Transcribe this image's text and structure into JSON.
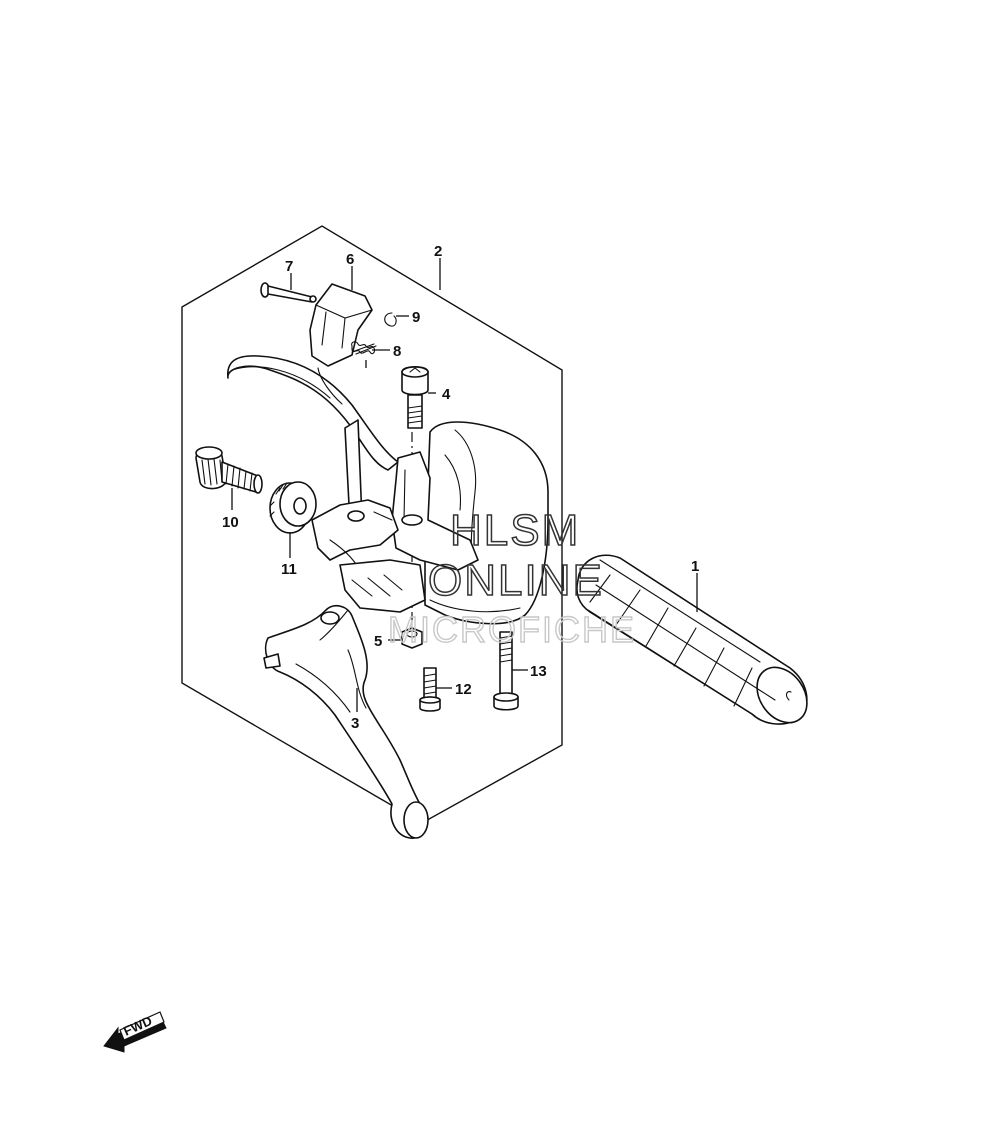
{
  "diagram": {
    "parts": [
      {
        "id": "1",
        "label": "1"
      },
      {
        "id": "2",
        "label": "2"
      },
      {
        "id": "3",
        "label": "3"
      },
      {
        "id": "4",
        "label": "4"
      },
      {
        "id": "5",
        "label": "5"
      },
      {
        "id": "6",
        "label": "6"
      },
      {
        "id": "7",
        "label": "7"
      },
      {
        "id": "8",
        "label": "8"
      },
      {
        "id": "9",
        "label": "9"
      },
      {
        "id": "10",
        "label": "10"
      },
      {
        "id": "11",
        "label": "11"
      },
      {
        "id": "12",
        "label": "12"
      },
      {
        "id": "13",
        "label": "13"
      }
    ],
    "fwd_label": "FWD",
    "watermark": {
      "line1": "HLSM",
      "line2": "ONLINE",
      "line3": "MICROFICHE"
    }
  }
}
